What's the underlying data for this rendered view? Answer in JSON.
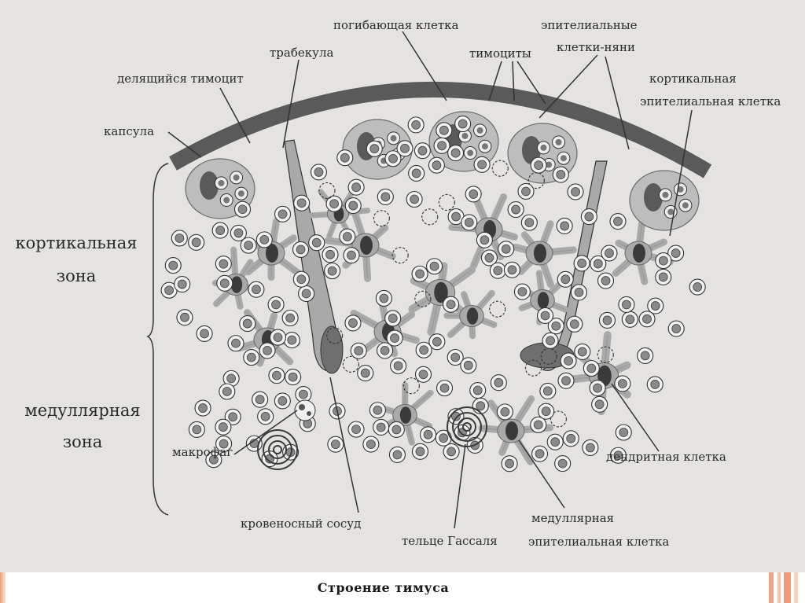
{
  "caption": "Строение тимуса",
  "labels": {
    "dying_cell": "погибающая клетка",
    "trabecula": "трабекула",
    "thymocytes": "тимоциты",
    "epithelial_nurse_1": "эпителиальные",
    "epithelial_nurse_2": "клетки-няни",
    "dividing_thymocyte": "делящийся тимоцит",
    "cortical_epithelial_1": "кортикальная",
    "cortical_epithelial_2": "эпителиальная клетка",
    "capsule": "капсула",
    "cortical_zone_1": "кортикальная",
    "cortical_zone_2": "зона",
    "medullary_zone_1": "медуллярная",
    "medullary_zone_2": "зона",
    "macrophage": "макрофаг",
    "dendritic_cell": "дендритная клетка",
    "blood_vessel": "кровеносный сосуд",
    "hassall_body": "тельце Гассаля",
    "medullary_epithelial_1": "медуллярная",
    "medullary_epithelial_2": "эпителиальная клетка"
  },
  "colors": {
    "background": "#e5e3df",
    "capsule": "#5a5a5a",
    "cell_fill": "#a9a9a9",
    "nucleus": "#3a3a3a",
    "line": "#333333",
    "accent_stripe": "#f0a582"
  }
}
